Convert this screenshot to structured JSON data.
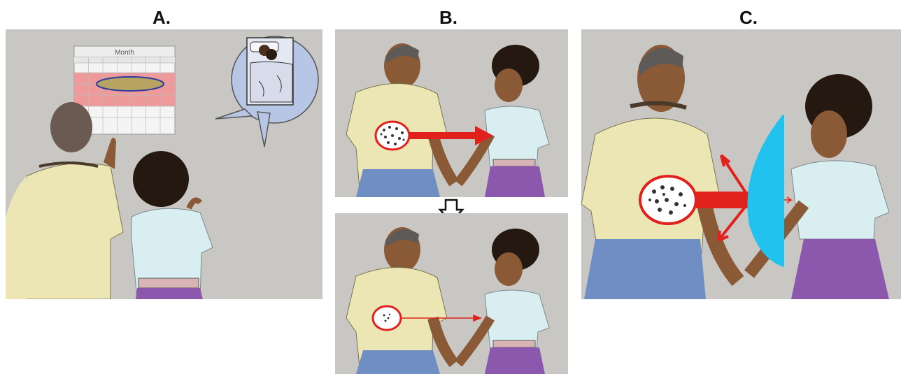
{
  "panels": {
    "a": {
      "label": "A.",
      "calendar_title": "Month"
    },
    "b": {
      "label": "B."
    },
    "c": {
      "label": "C."
    }
  },
  "colors": {
    "background": "#c9c7c4",
    "skin": "#8a5a36",
    "shirt_man": "#ece6b4",
    "shirt_woman": "#d9eef0",
    "jeans": "#6f8fc4",
    "skirt": "#8c58ad",
    "arrow": "#e0211c",
    "shield": "#22c2ee",
    "calendar_highlight": "#ee9a9a",
    "calendar_oval": "#b7a462"
  },
  "icons": [
    "down-arrow-icon",
    "thought-bubble-icon",
    "virus-particles-icon",
    "shield-icon"
  ]
}
